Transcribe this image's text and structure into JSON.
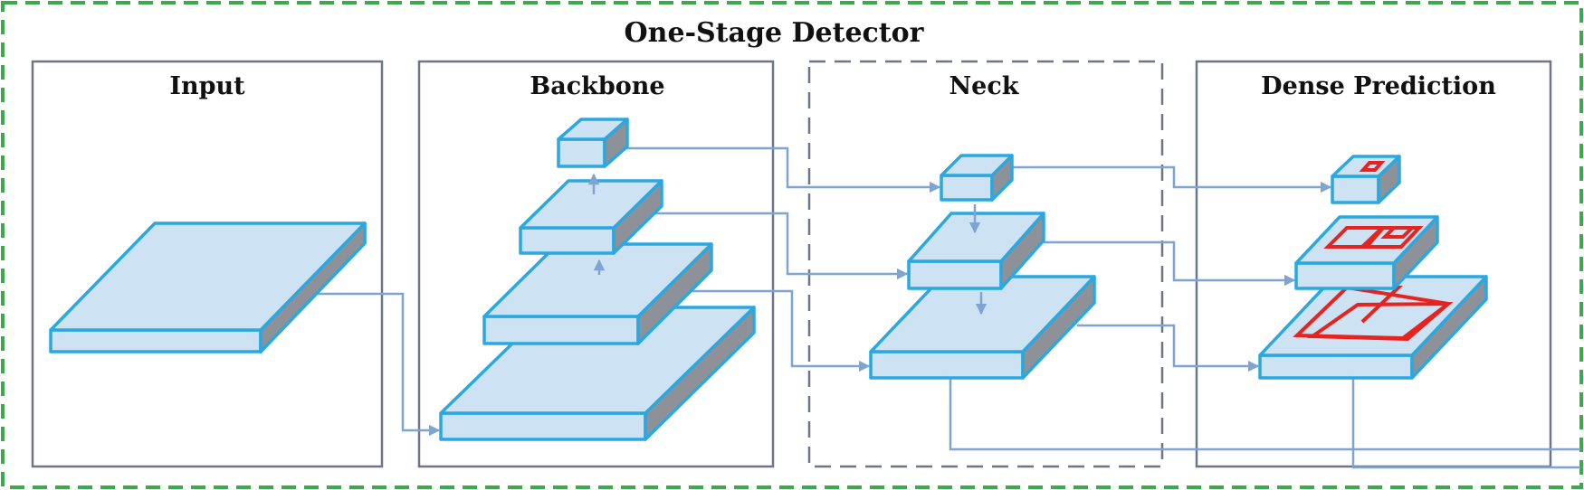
{
  "title": "One-Stage Detector",
  "panels": {
    "input": "Input",
    "backbone": "Backbone",
    "neck": "Neck",
    "dense_prediction": "Dense Prediction"
  },
  "colors": {
    "outer_border": "#3aaa4a",
    "panel_border": "#6d7686",
    "block_fill": "#cde2f2",
    "block_edge": "#2aa8df",
    "block_side": "#8e9298",
    "connector": "#7fa4cf",
    "prediction_box": "#e8231f"
  }
}
